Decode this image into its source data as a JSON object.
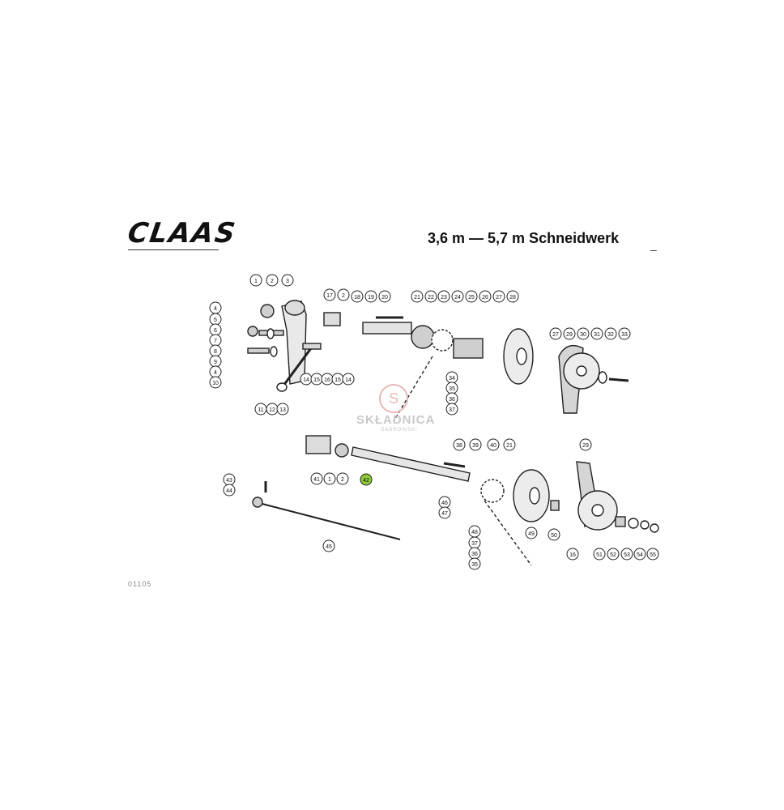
{
  "header": {
    "logo": "CLAAS",
    "title": "3,6 m — 5,7 m Schneidwerk",
    "dash": "–",
    "corner_code": "01105"
  },
  "watermark": {
    "name": "SKŁADNICA",
    "sub": "DĄBROWSKI"
  },
  "highlight_color": "#8fc93a",
  "callouts": [
    {
      "label": "1"
    },
    {
      "label": "2"
    },
    {
      "label": "3"
    },
    {
      "label": "4"
    },
    {
      "label": "5"
    },
    {
      "label": "6"
    },
    {
      "label": "7"
    },
    {
      "label": "8"
    },
    {
      "label": "9"
    },
    {
      "label": "4"
    },
    {
      "label": "10"
    },
    {
      "label": "11"
    },
    {
      "label": "12"
    },
    {
      "label": "13"
    },
    {
      "label": "17"
    },
    {
      "label": "2"
    },
    {
      "label": "18"
    },
    {
      "label": "19"
    },
    {
      "label": "20"
    },
    {
      "label": "14"
    },
    {
      "label": "15"
    },
    {
      "label": "16"
    },
    {
      "label": "15"
    },
    {
      "label": "14"
    },
    {
      "label": "21"
    },
    {
      "label": "22"
    },
    {
      "label": "23"
    },
    {
      "label": "24"
    },
    {
      "label": "25"
    },
    {
      "label": "26"
    },
    {
      "label": "27"
    },
    {
      "label": "28"
    },
    {
      "label": "34"
    },
    {
      "label": "35"
    },
    {
      "label": "36"
    },
    {
      "label": "37"
    },
    {
      "label": "27"
    },
    {
      "label": "29"
    },
    {
      "label": "30"
    },
    {
      "label": "31"
    },
    {
      "label": "32"
    },
    {
      "label": "33"
    },
    {
      "label": "41"
    },
    {
      "label": "1"
    },
    {
      "label": "2"
    },
    {
      "label": "42"
    },
    {
      "label": "38"
    },
    {
      "label": "39"
    },
    {
      "label": "21"
    },
    {
      "label": "40"
    },
    {
      "label": "43"
    },
    {
      "label": "44"
    },
    {
      "label": "45"
    },
    {
      "label": "46"
    },
    {
      "label": "47"
    },
    {
      "label": "48"
    },
    {
      "label": "37"
    },
    {
      "label": "36"
    },
    {
      "label": "35"
    },
    {
      "label": "49"
    },
    {
      "label": "50"
    },
    {
      "label": "16"
    },
    {
      "label": "29"
    },
    {
      "label": "51"
    },
    {
      "label": "52"
    },
    {
      "label": "53"
    },
    {
      "label": "54"
    },
    {
      "label": "55"
    }
  ]
}
